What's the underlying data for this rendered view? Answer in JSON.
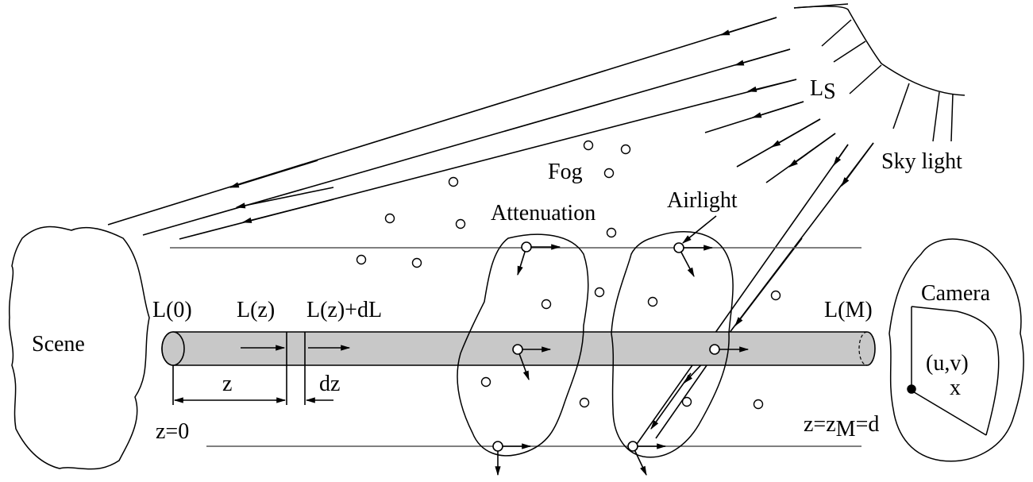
{
  "labels": {
    "ls_main": "L",
    "ls_sub": "S",
    "sky_light": "Sky light",
    "fog": "Fog",
    "attenuation": "Attenuation",
    "airlight": "Airlight",
    "scene": "Scene",
    "camera": "Camera",
    "l0": "L(0)",
    "lz": "L(z)",
    "lzdl": "L(z)+dL",
    "lm": "L(M)",
    "z": "z",
    "dz": "dz",
    "z0": "z=0",
    "zm_pre": "z=z",
    "zm_sub": "M",
    "zm_post": "=d",
    "uv": "(u,v)",
    "x": "x"
  },
  "colors": {
    "stroke": "#000000",
    "tube_fill": "#c8c8c8",
    "background": "#ffffff"
  }
}
